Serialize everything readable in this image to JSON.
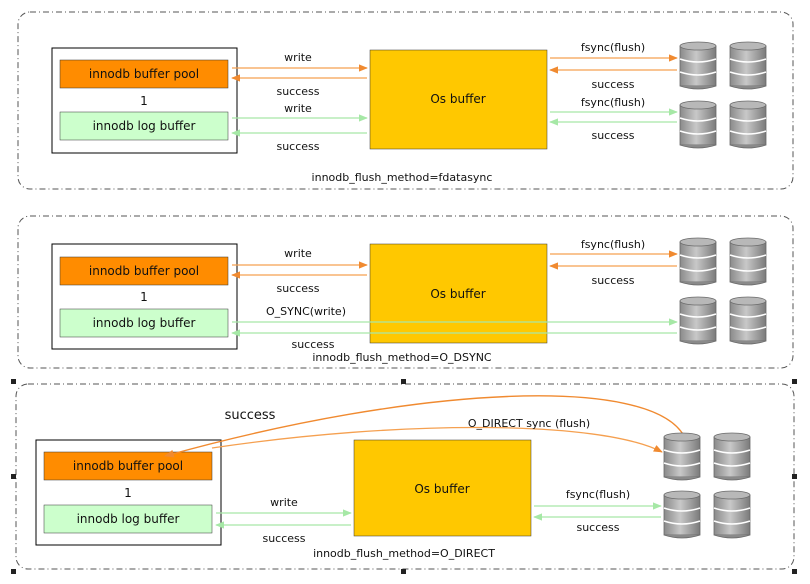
{
  "colors": {
    "buffer_pool_fill": "#ff8c00",
    "log_buffer_fill": "#ccffcc",
    "os_buffer_fill": "#ffc800",
    "orange_arrow": "#f5a050",
    "green_arrow": "#a6e8a6",
    "disk": "#909090"
  },
  "icons": [
    "database-disk-icon"
  ],
  "panels": [
    {
      "buffer_pool": "innodb buffer pool",
      "ratio": "1",
      "log_buffer": "innodb log buffer",
      "os_buffer": "Os buffer",
      "write1": "write",
      "success1": "success",
      "write2": "write",
      "success2": "success",
      "disk_fsync1": "fsync(flush)",
      "disk_success1": "success",
      "disk_fsync2": "fsync(flush)",
      "disk_success2": "success",
      "method": "innodb_flush_method=fdatasync"
    },
    {
      "buffer_pool": "innodb buffer pool",
      "ratio": "1",
      "log_buffer": "innodb log buffer",
      "os_buffer": "Os buffer",
      "write1": "write",
      "success1": "success",
      "write2": "O_SYNC(write)",
      "success2": "success",
      "disk_fsync1": "fsync(flush)",
      "disk_success1": "success",
      "method": "innodb_flush_method=O_DSYNC"
    },
    {
      "top_success": "success",
      "direct_label": "O_DIRECT   sync (flush)",
      "buffer_pool": "innodb buffer pool",
      "ratio": "1",
      "log_buffer": "innodb log buffer",
      "os_buffer": "Os buffer",
      "write2": "write",
      "success2": "success",
      "disk_fsync": "fsync(flush)",
      "disk_success": "success",
      "method": "innodb_flush_method=O_DIRECT"
    }
  ]
}
